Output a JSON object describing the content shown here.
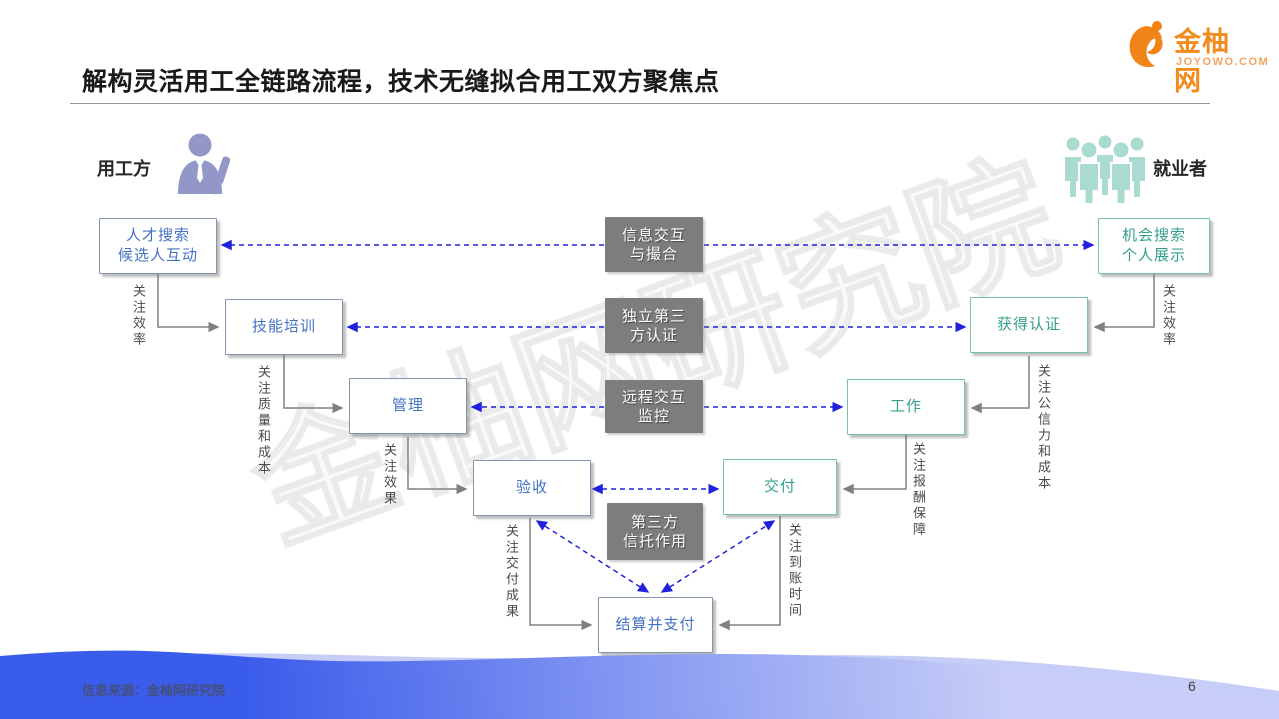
{
  "header": {
    "title": "解构灵活用工全链路流程，技术无缝拟合用工双方聚焦点"
  },
  "brand": {
    "name": "金柚网",
    "domain": "JOYOWO.COM"
  },
  "actors": {
    "employer": {
      "label": "用工方"
    },
    "worker": {
      "label": "就业者"
    }
  },
  "diagram": {
    "employer_steps": [
      {
        "lines": [
          "人才搜索",
          "候选人互动"
        ]
      },
      {
        "lines": [
          "技能培训"
        ]
      },
      {
        "lines": [
          "管理"
        ]
      },
      {
        "lines": [
          "验收"
        ]
      }
    ],
    "worker_steps": [
      {
        "lines": [
          "机会搜索",
          "个人展示"
        ]
      },
      {
        "lines": [
          "获得认证"
        ]
      },
      {
        "lines": [
          "工作"
        ]
      },
      {
        "lines": [
          "交付"
        ]
      }
    ],
    "shared_step": {
      "lines": [
        "结算并支付"
      ]
    },
    "platform_services": [
      {
        "lines": [
          "信息交互",
          "与撮合"
        ]
      },
      {
        "lines": [
          "独立第三",
          "方认证"
        ]
      },
      {
        "lines": [
          "远程交互",
          "监控"
        ]
      },
      {
        "lines": [
          "第三方",
          "信托作用"
        ]
      }
    ],
    "employer_concerns": [
      "关注效率",
      "关注质量和成本",
      "关注效果",
      "关注交付成果"
    ],
    "worker_concerns": [
      "关注效率",
      "关注公信力和成本",
      "关注报酬保障",
      "关注到账时间"
    ]
  },
  "watermark": "金柚网研究院",
  "footer": {
    "source": "信息来源：金柚网研究院",
    "page": "6"
  },
  "colors": {
    "employer_accent": "#4472c4",
    "worker_accent": "#35a08c",
    "platform_gray": "#7d7d7d",
    "dashed_blue": "#2121dd",
    "connector_gray": "#808080",
    "brand_orange": "#f28b1d",
    "employer_icon": "#9296c8",
    "worker_icon": "#a9dbd0"
  }
}
